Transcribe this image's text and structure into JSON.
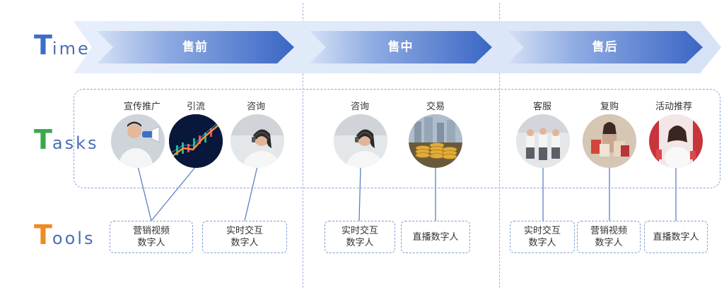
{
  "rows": {
    "time": {
      "cap": "T",
      "rest": "ime",
      "cap_color": "#3d6ec7"
    },
    "tasks": {
      "cap": "T",
      "rest": "asks",
      "cap_color": "#3aa84a"
    },
    "tools": {
      "cap": "T",
      "rest": "ools",
      "cap_color": "#f08a24"
    }
  },
  "stages": [
    {
      "label": "售前"
    },
    {
      "label": "售中"
    },
    {
      "label": "售后"
    }
  ],
  "tasks": [
    {
      "label": "宣传推广"
    },
    {
      "label": "引流"
    },
    {
      "label": "咨询"
    },
    {
      "label": "咨询"
    },
    {
      "label": "交易"
    },
    {
      "label": "客服"
    },
    {
      "label": "复购"
    },
    {
      "label": "活动推荐"
    }
  ],
  "tools": [
    {
      "line1": "营销视频",
      "line2": "数字人"
    },
    {
      "line1": "实时交互",
      "line2": "数字人"
    },
    {
      "line1": "实时交互",
      "line2": "数字人"
    },
    {
      "line1": "直播数字人",
      "line2": ""
    },
    {
      "line1": "实时交互",
      "line2": "数字人"
    },
    {
      "line1": "营销视频",
      "line2": "数字人"
    },
    {
      "line1": "直播数字人",
      "line2": ""
    }
  ],
  "colors": {
    "arrow_dark": "#3a66c4",
    "arrow_light": "#c9d8f2",
    "dash": "#8aa6d8",
    "connector": "#5a7fc4"
  },
  "icons": {
    "task1": "person-megaphone-photo",
    "task2": "trading-chart-photo",
    "task3": "headset-agent-photo",
    "task4": "headset-agent-photo",
    "task5": "gold-coins-photo",
    "task6": "service-staff-photo",
    "task7": "shopping-bags-photo",
    "task8": "host-promotion-photo"
  }
}
